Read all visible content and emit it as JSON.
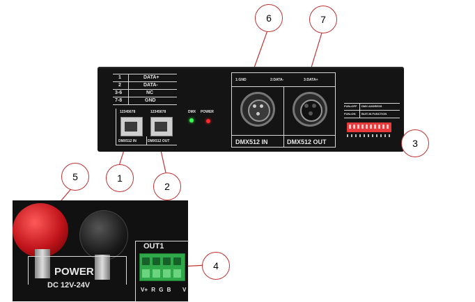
{
  "pin_table": {
    "rows": [
      {
        "pin": "1",
        "signal": "DATA+"
      },
      {
        "pin": "2",
        "signal": "DATA-"
      },
      {
        "pin": "3-6",
        "signal": "NC"
      },
      {
        "pin": "7-8",
        "signal": "GND"
      }
    ]
  },
  "rj45": {
    "pin_numbers": "12345678",
    "in_label": "DMX512 IN",
    "out_label": "DMX512 OUT"
  },
  "indicators": {
    "dmx": "DMX",
    "power": "POWER"
  },
  "xlr": {
    "pin1": "1:GND",
    "pin2": "2:DATA-",
    "pin3": "3:DATA+",
    "in_label": "DMX512 IN",
    "out_label": "DMX512 OUT"
  },
  "dip_legend": {
    "row1_key": "FUN=OFF",
    "row1_value": "DMX ADDRESS",
    "row2_key": "FUN=ON",
    "row2_value": "BUIT-IN FUNCTION"
  },
  "power_panel": {
    "power_label": "POWER",
    "voltage": "DC 12V-24V",
    "out_label": "OUT1",
    "terminals": "V+ R G B",
    "terminal_cut": "V"
  },
  "callouts": [
    "1",
    "2",
    "3",
    "4",
    "5",
    "6",
    "7"
  ],
  "colors": {
    "panel": "#141414",
    "led_dmx": "#3aff4a",
    "led_power": "#ff2a2a",
    "dip_switch": "#e83a3a",
    "terminal": "#2fa84a",
    "knob_red": "#c0141a",
    "callout_stroke": "#c03030"
  }
}
